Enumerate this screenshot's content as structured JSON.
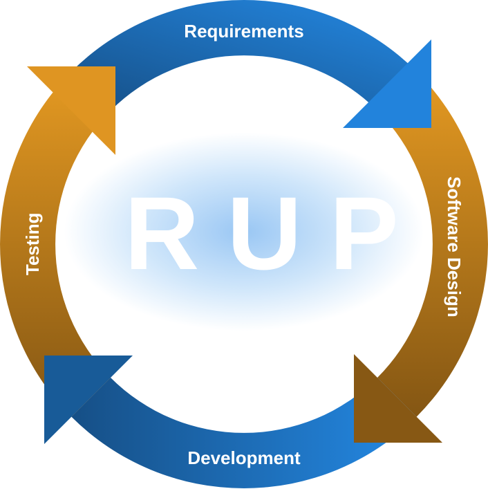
{
  "title": "RUP",
  "phases": [
    {
      "label": "Requirements",
      "color": "#1f7fd8"
    },
    {
      "label": "Software Design",
      "color": "#de9522"
    },
    {
      "label": "Development",
      "color": "#1e6cbf"
    },
    {
      "label": "Testing",
      "color": "#c7861f"
    }
  ],
  "colors": {
    "blue_light": "#2489e4",
    "blue_dark": "#164f86",
    "orange_light": "#e59a22",
    "orange_dark": "#845613"
  }
}
